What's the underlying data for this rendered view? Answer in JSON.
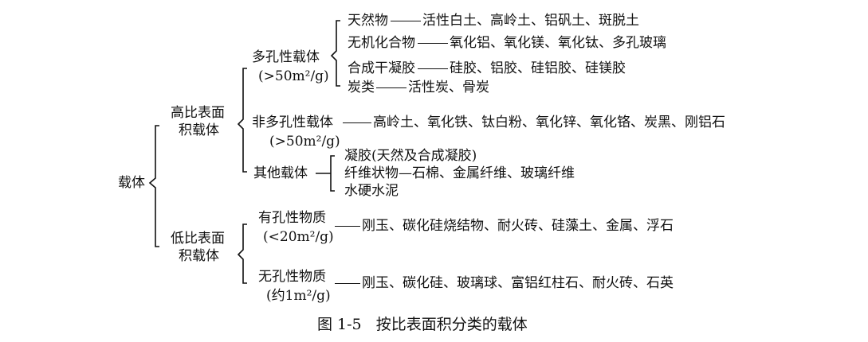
{
  "root": "载体",
  "high": {
    "label_1": "高比表面",
    "label_2": "积载体",
    "porous": {
      "label": "多孔性载体",
      "note": "(>50m²/g)",
      "items": [
        {
          "name": "天然物",
          "examples": "活性白土、高岭土、铝矾土、斑脱土"
        },
        {
          "name": "无机化合物",
          "examples": "氧化铝、氧化镁、氧化钛、多孔玻璃"
        },
        {
          "name": "合成干凝胶",
          "examples": "硅胶、铝胶、硅铝胶、硅镁胶"
        },
        {
          "name": "炭类",
          "examples": "活性炭、骨炭"
        }
      ]
    },
    "nonporous": {
      "label": "非多孔性载体",
      "note": "(>50m²/g)",
      "examples": "高岭土、氧化铁、钛白粉、氧化锌、氧化铬、炭黑、刚铝石"
    },
    "other": {
      "label": "其他载体",
      "items": [
        "凝胶(天然及合成凝胶)",
        "纤维状物—石棉、金属纤维、玻璃纤维",
        "水硬水泥"
      ]
    }
  },
  "low": {
    "label_1": "低比表面",
    "label_2": "积载体",
    "porous": {
      "label": "有孔性物质",
      "note": "(<20m²/g)",
      "examples": "刚玉、碳化硅烧结物、耐火砖、硅藻土、金属、浮石"
    },
    "nonporous": {
      "label": "无孔性物质",
      "note": "(约1m²/g)",
      "examples": "刚玉、碳化硅、玻璃球、富铝红柱石、耐火砖、石英"
    }
  },
  "caption": "图 1-5   按比表面积分类的载体"
}
